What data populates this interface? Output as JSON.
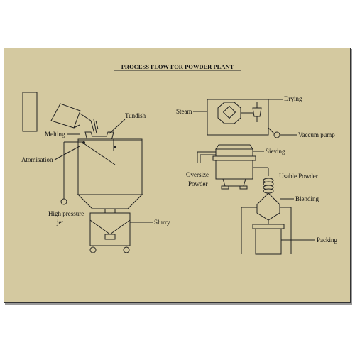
{
  "title": "PROCESS FLOW FOR POWDER PLANT",
  "labels": {
    "tundish": "Tundish",
    "melting": "Melting",
    "atomisation": "Atomisation",
    "high_pressure_jet_line1": "High pressure",
    "high_pressure_jet_line2": "jet",
    "slurry": "Slurry",
    "steam": "Steam",
    "drying": "Drying",
    "vaccum_pump": "Vaccum pump",
    "sieving": "Sieving",
    "oversize_line1": "Oversize",
    "oversize_line2": "Powder",
    "usable_powder": "Usable Powder",
    "blending": "Blending",
    "packing": "Packing"
  }
}
